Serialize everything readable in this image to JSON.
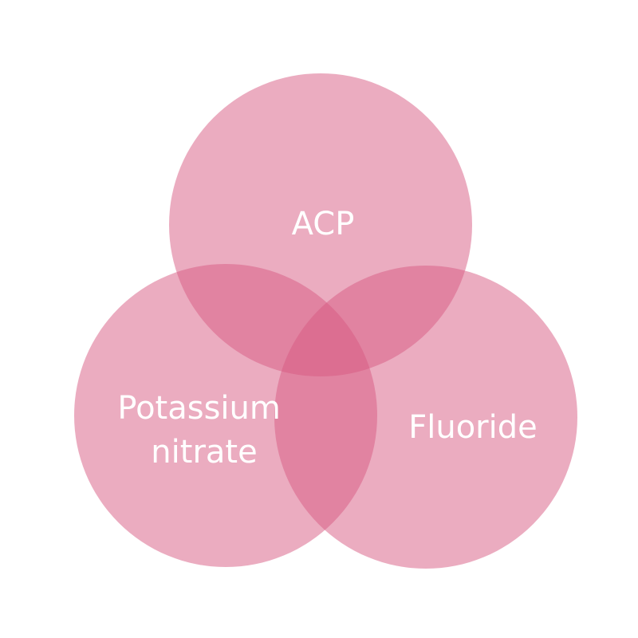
{
  "venn": {
    "fill_color": "#d85a82",
    "text_color": "#ffffff",
    "sets": [
      {
        "label_lines": [
          "ACP"
        ]
      },
      {
        "label_lines": [
          "Potassium",
          "nitrate"
        ]
      },
      {
        "label_lines": [
          "Fluoride"
        ]
      }
    ]
  }
}
